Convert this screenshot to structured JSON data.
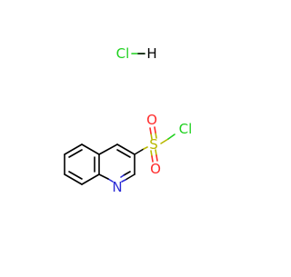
{
  "molecule": {
    "hcl": {
      "cl": "Cl",
      "h": "H"
    },
    "atoms": {
      "s": "S",
      "o_top": "O",
      "o_bottom": "O",
      "cl": "Cl",
      "n": "N"
    }
  },
  "colors": {
    "bond": "#000000",
    "nitrogen": "#2a2ad6",
    "sulfur": "#b8b800",
    "oxygen": "#ff2a2a",
    "chlorine": "#1fd11f"
  }
}
